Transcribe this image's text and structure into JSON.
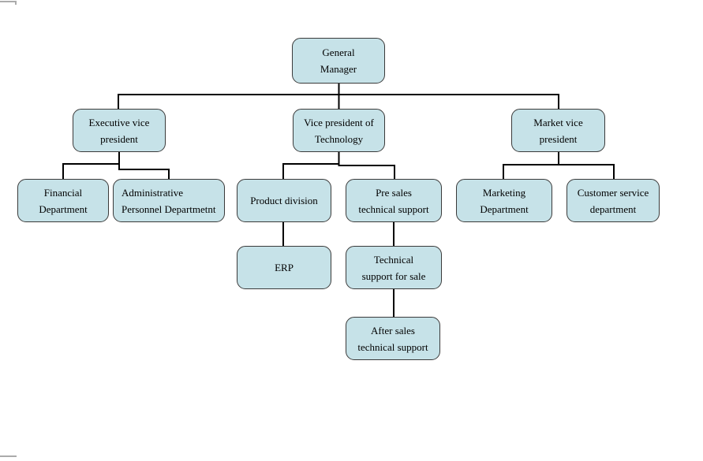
{
  "colors": {
    "background": "#ffffff",
    "node_fill": "#c6e2e8",
    "node_border": "#3a3a3a",
    "connector": "#000000",
    "crop_mark": "#ababab"
  },
  "nodes": {
    "gm": {
      "lines": [
        "General",
        "Manager"
      ]
    },
    "exec": {
      "lines": [
        "Executive vice",
        "president"
      ]
    },
    "vptech": {
      "lines": [
        "Vice president of",
        "Technology"
      ]
    },
    "market": {
      "lines": [
        "Market vice",
        "president"
      ]
    },
    "financial": {
      "lines": [
        "Financial",
        "Department"
      ]
    },
    "admin": {
      "lines": [
        "Administrative",
        "Personnel Departmetnt"
      ]
    },
    "product": {
      "lines": [
        "Product division"
      ]
    },
    "presales": {
      "lines": [
        "Pre sales",
        "technical support"
      ]
    },
    "marketing": {
      "lines": [
        "Marketing",
        "Department"
      ]
    },
    "customer": {
      "lines": [
        "Customer service",
        "department"
      ]
    },
    "erp": {
      "lines": [
        "ERP"
      ]
    },
    "techsale": {
      "lines": [
        "Technical",
        "support for sale"
      ]
    },
    "aftersales": {
      "lines": [
        "After sales",
        "technical support"
      ]
    }
  },
  "edges": [
    {
      "from": "gm",
      "to": "exec"
    },
    {
      "from": "gm",
      "to": "vptech"
    },
    {
      "from": "gm",
      "to": "market"
    },
    {
      "from": "exec",
      "to": "financial"
    },
    {
      "from": "exec",
      "to": "admin"
    },
    {
      "from": "vptech",
      "to": "product"
    },
    {
      "from": "vptech",
      "to": "presales"
    },
    {
      "from": "market",
      "to": "marketing"
    },
    {
      "from": "market",
      "to": "customer"
    },
    {
      "from": "product",
      "to": "erp"
    },
    {
      "from": "presales",
      "to": "techsale"
    },
    {
      "from": "techsale",
      "to": "aftersales"
    }
  ]
}
